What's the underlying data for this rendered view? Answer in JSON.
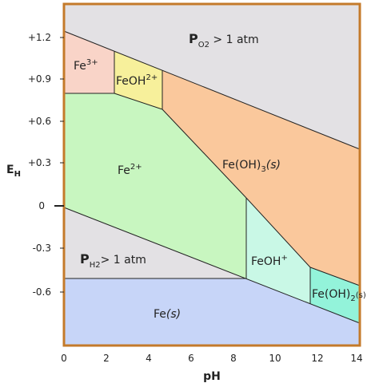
{
  "axes": {
    "x_title": "pH",
    "y_title_main": "E",
    "y_title_sub": "H",
    "x_ticks": [
      "0",
      "2",
      "4",
      "6",
      "8",
      "10",
      "12",
      "14"
    ],
    "y_ticks": [
      "+1.2",
      "+0.9",
      "+0.6",
      "+0.3",
      "0",
      "-0.3",
      "-0.6"
    ]
  },
  "regions": {
    "fe3": {
      "base": "Fe",
      "sup": "3+"
    },
    "feoh2": {
      "base": "FeOH",
      "sup": "2+"
    },
    "fe2": {
      "base": "Fe",
      "sup": "2+"
    },
    "feoh3": {
      "base": "Fe(OH)",
      "sub": "3",
      "state": "(s)"
    },
    "feoh_plus": {
      "base": "FeOH",
      "sup": "+"
    },
    "feoh2s": {
      "base": "Fe(OH)",
      "sub": "2",
      "state": "(s)"
    },
    "fes": {
      "base": "Fe",
      "state": "(s)"
    },
    "o2": {
      "base": "P",
      "sub": "O2",
      "rest": " > 1 atm"
    },
    "h2": {
      "base": "P",
      "sub": "H2",
      "rest": "> 1 atm"
    }
  },
  "colors": {
    "gas_zone": "#e3e1e4",
    "fe3": "#f9d4c8",
    "feoh2": "#f7f09b",
    "fe2": "#c8f6c0",
    "feoh3": "#fac89c",
    "feoh_plus": "#c9f8e6",
    "feoh2s": "#93f3da",
    "fes": "#c7d5f8",
    "frame": "#c47a2a"
  }
}
